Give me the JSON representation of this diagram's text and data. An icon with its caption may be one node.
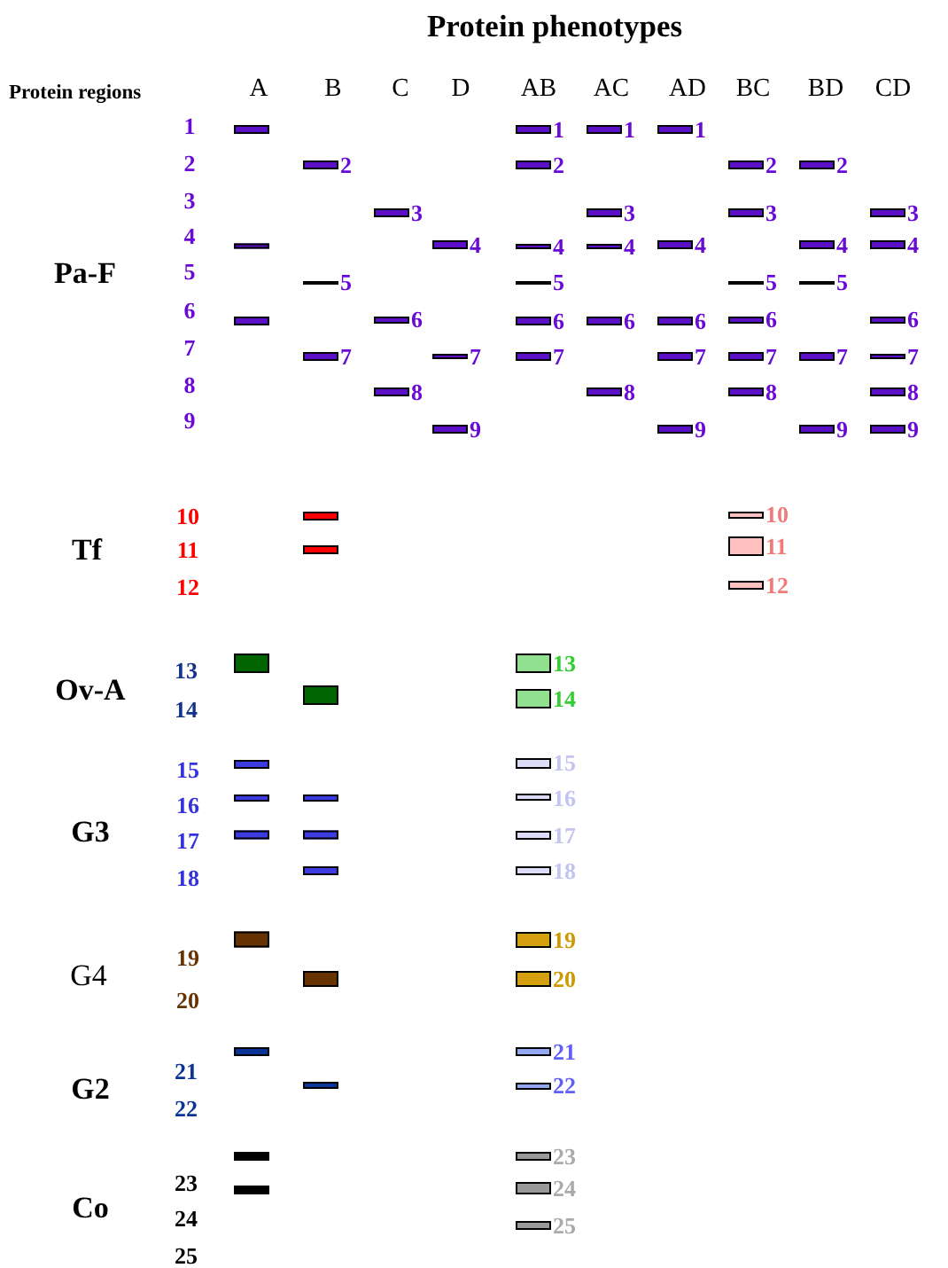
{
  "diagram": {
    "title": "Protein phenotypes",
    "nodes": [
      {
        "text": [],
        "shape": "bar"
      },
      {
        "text": [],
        "shape": "bar",
        "beside": [
          "1"
        ]
      },
      {
        "text": [],
        "shape": "bar",
        "beside": [
          "1"
        ]
      },
      {
        "text": [],
        "shape": "bar",
        "beside": [
          "1"
        ]
      },
      {
        "text": [],
        "shape": "bar",
        "beside": [
          "2"
        ]
      },
      {
        "text": [],
        "shape": "bar",
        "beside": [
          "2"
        ]
      },
      {
        "text": [],
        "shape": "bar",
        "beside": [
          "2"
        ]
      },
      {
        "text": [],
        "shape": "bar",
        "beside": [
          "2"
        ]
      },
      {
        "text": [],
        "shape": "bar",
        "beside": [
          "3"
        ]
      },
      {
        "text": [],
        "shape": "bar",
        "beside": [
          "3"
        ]
      },
      {
        "text": [],
        "shape": "bar",
        "beside": [
          "3"
        ]
      },
      {
        "text": [],
        "shape": "bar",
        "beside": [
          "3"
        ]
      },
      {
        "text": [],
        "shape": "bar"
      },
      {
        "text": [],
        "shape": "bar",
        "beside": [
          "4"
        ]
      },
      {
        "text": [],
        "shape": "bar",
        "beside": [
          "4"
        ]
      },
      {
        "text": [],
        "shape": "bar",
        "beside": [
          "4"
        ]
      },
      {
        "text": [],
        "shape": "bar",
        "beside": [
          "4"
        ]
      },
      {
        "text": [],
        "shape": "bar",
        "beside": [
          "4"
        ]
      },
      {
        "text": [],
        "shape": "bar",
        "beside": [
          "4"
        ]
      },
      {
        "text": [],
        "shape": "bar",
        "beside": [
          "5"
        ]
      },
      {
        "text": [],
        "shape": "bar",
        "beside": [
          "5"
        ]
      },
      {
        "text": [],
        "shape": "bar",
        "beside": [
          "5"
        ]
      },
      {
        "text": [],
        "shape": "bar",
        "beside": [
          "5"
        ]
      },
      {
        "text": [],
        "shape": "bar"
      },
      {
        "text": [],
        "shape": "bar",
        "beside": [
          "6"
        ]
      },
      {
        "text": [],
        "shape": "bar",
        "beside": [
          "6"
        ]
      },
      {
        "text": [],
        "shape": "bar",
        "beside": [
          "6"
        ]
      },
      {
        "text": [],
        "shape": "bar",
        "beside": [
          "6"
        ]
      },
      {
        "text": [],
        "shape": "bar",
        "beside": [
          "6"
        ]
      },
      {
        "text": [],
        "shape": "bar",
        "beside": [
          "6"
        ]
      },
      {
        "text": [],
        "shape": "bar",
        "beside": [
          "7"
        ]
      },
      {
        "text": [],
        "shape": "bar",
        "beside": [
          "7"
        ]
      },
      {
        "text": [],
        "shape": "bar",
        "beside": [
          "7"
        ]
      },
      {
        "text": [],
        "shape": "bar",
        "beside": [
          "7"
        ]
      },
      {
        "text": [],
        "shape": "bar",
        "beside": [
          "7"
        ]
      },
      {
        "text": [],
        "shape": "bar",
        "beside": [
          "7"
        ]
      },
      {
        "text": [],
        "shape": "bar",
        "beside": [
          "7"
        ]
      },
      {
        "text": [],
        "shape": "bar",
        "beside": [
          "8"
        ]
      },
      {
        "text": [],
        "shape": "bar",
        "beside": [
          "8"
        ]
      },
      {
        "text": [],
        "shape": "bar",
        "beside": [
          "8"
        ]
      },
      {
        "text": [],
        "shape": "bar",
        "beside": [
          "8"
        ]
      },
      {
        "text": [],
        "shape": "bar",
        "beside": [
          "9"
        ]
      },
      {
        "text": [],
        "shape": "bar",
        "beside": [
          "9"
        ]
      },
      {
        "text": [],
        "shape": "bar",
        "beside": [
          "9"
        ]
      },
      {
        "text": [],
        "shape": "bar",
        "beside": [
          "9"
        ]
      },
      {
        "text": [],
        "shape": "bar"
      },
      {
        "text": [],
        "shape": "bar",
        "beside": [
          "10"
        ]
      },
      {
        "text": [],
        "shape": "bar"
      },
      {
        "text": [],
        "shape": "bar",
        "beside": [
          "11"
        ]
      },
      {
        "text": [],
        "shape": "bar",
        "beside": [
          "12"
        ]
      },
      {
        "text": [],
        "shape": "bar"
      },
      {
        "text": [],
        "shape": "bar",
        "beside": [
          "13"
        ]
      },
      {
        "text": [],
        "shape": "bar"
      },
      {
        "text": [],
        "shape": "bar",
        "beside": [
          "14"
        ]
      },
      {
        "text": [],
        "shape": "bar"
      },
      {
        "text": [],
        "shape": "bar",
        "beside": [
          "15"
        ]
      },
      {
        "text": [],
        "shape": "bar"
      },
      {
        "text": [],
        "shape": "bar"
      },
      {
        "text": [],
        "shape": "bar",
        "beside": [
          "16"
        ]
      },
      {
        "text": [],
        "shape": "bar"
      },
      {
        "text": [],
        "shape": "bar"
      },
      {
        "text": [],
        "shape": "bar",
        "beside": [
          "17"
        ]
      },
      {
        "text": [],
        "shape": "bar"
      },
      {
        "text": [],
        "shape": "bar",
        "beside": [
          "18"
        ]
      },
      {
        "text": [],
        "shape": "bar"
      },
      {
        "text": [],
        "shape": "bar",
        "beside": [
          "19"
        ]
      },
      {
        "text": [],
        "shape": "bar"
      },
      {
        "text": [],
        "shape": "bar",
        "beside": [
          "20"
        ]
      },
      {
        "text": [],
        "shape": "bar"
      },
      {
        "text": [],
        "shape": "bar",
        "beside": [
          "21"
        ]
      },
      {
        "text": [],
        "shape": "bar"
      },
      {
        "text": [],
        "shape": "bar",
        "beside": [
          "22"
        ]
      },
      {
        "text": [],
        "shape": "bar"
      },
      {
        "text": [],
        "shape": "bar",
        "beside": [
          "23"
        ]
      },
      {
        "text": [],
        "shape": "bar"
      },
      {
        "text": [],
        "shape": "bar",
        "beside": [
          "24"
        ]
      },
      {
        "text": [],
        "shape": "bar",
        "beside": [
          "25"
        ]
      }
    ],
    "labels": [
      "Protein regions",
      "A",
      "B",
      "C",
      "D",
      "AB",
      "AC",
      "AD",
      "BC",
      "BD",
      "CD",
      "1",
      "2",
      "3",
      "4",
      "Pa-F",
      "5",
      "6",
      "7",
      "8",
      "9",
      "10",
      "Tf",
      "11",
      "12",
      "13",
      "Ov-A",
      "14",
      "15",
      "16",
      "G3",
      "17",
      "18",
      "19",
      "G4",
      "20",
      "21",
      "G2",
      "22",
      "23",
      "Co",
      "24",
      "25"
    ]
  }
}
